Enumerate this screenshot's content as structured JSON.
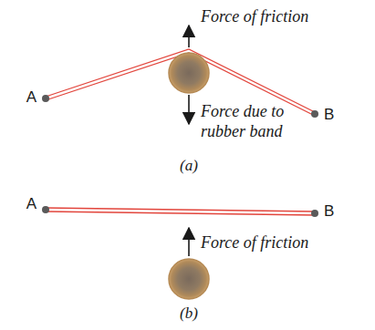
{
  "diagram": {
    "labels": [
      "Force of friction",
      "A",
      "B",
      "Force due to rubber band",
      "(a)",
      "A",
      "B",
      "Force of friction",
      "(b)"
    ]
  }
}
